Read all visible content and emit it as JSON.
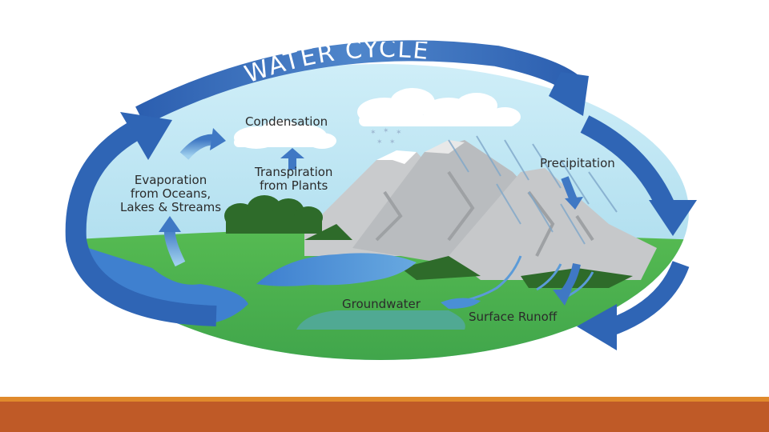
{
  "diagram": {
    "title": "WATER CYCLE",
    "labels": {
      "condensation": "Condensation",
      "evaporation": [
        "Evaporation",
        "from Oceans,",
        "Lakes & Streams"
      ],
      "transpiration": [
        "Transpiration",
        "from Plants"
      ],
      "precipitation": "Precipitation",
      "groundwater": "Groundwater",
      "surface_runoff": "Surface Runoff"
    }
  },
  "colors": {
    "sky": "#a9dcec",
    "sky_light": "#d9f1f8",
    "arrow_blue": "#2f65b5",
    "arrow_light": "#8fc3e6",
    "ground": "#4cb24f",
    "water": "#4a8fd6",
    "mountain": "#c4c6c8",
    "mountain_shade": "#9ea1a4",
    "snow": "#ffffff",
    "trees": "#2e6b2a",
    "footer_line": "#e08a2c",
    "footer_bar": "#bf5a27"
  }
}
